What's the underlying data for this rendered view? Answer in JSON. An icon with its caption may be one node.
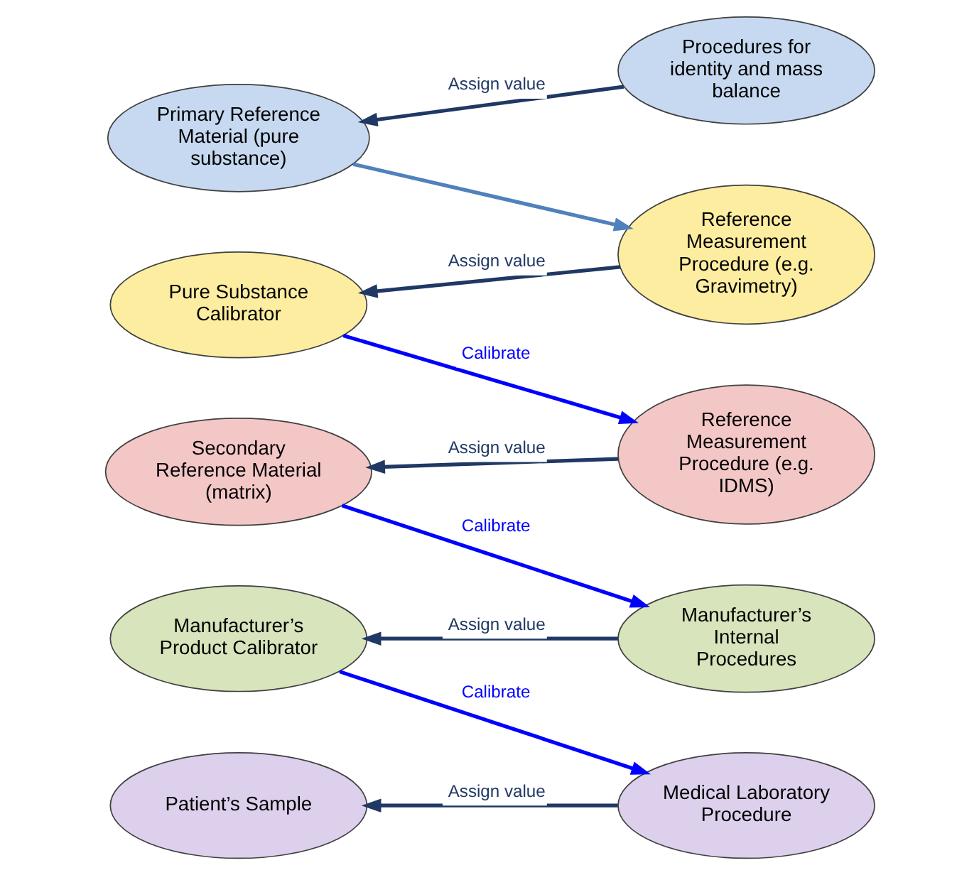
{
  "diagram": {
    "nodes": [
      {
        "text": [
          "Primary Reference Material (pure substance)"
        ]
      },
      {
        "text": [
          "Procedures for identity and mass balance"
        ]
      },
      {
        "text": [
          "Pure Substance Calibrator"
        ]
      },
      {
        "text": [
          "Reference Measurement Procedure (e.g. Gravimetry)"
        ]
      },
      {
        "text": [
          "Secondary Reference Material (matrix)"
        ]
      },
      {
        "text": [
          "Reference Measurement Procedure (e.g. IDMS)"
        ]
      },
      {
        "text": [
          "Manufacturer’s Product Calibrator"
        ]
      },
      {
        "text": [
          "Manufacturer’s Internal Procedures"
        ]
      },
      {
        "text": [
          "Patient’s Sample"
        ]
      },
      {
        "text": [
          "Medical Laboratory Procedure"
        ]
      }
    ],
    "edges": [
      {
        "from": 1,
        "to": 0,
        "arrow": "to",
        "label": "Assign value"
      },
      {
        "from": 0,
        "to": 3,
        "arrow": "to",
        "color": "#4f81bd"
      },
      {
        "from": 3,
        "to": 2,
        "arrow": "to",
        "label": "Assign value"
      },
      {
        "from": 2,
        "to": 5,
        "arrow": "to",
        "label": "Calibrate",
        "color": "#0000ff"
      },
      {
        "from": 5,
        "to": 4,
        "arrow": "to",
        "label": "Assign value"
      },
      {
        "from": 4,
        "to": 7,
        "arrow": "to",
        "label": "Calibrate",
        "color": "#0000ff"
      },
      {
        "from": 7,
        "to": 6,
        "arrow": "to",
        "label": "Assign value"
      },
      {
        "from": 6,
        "to": 9,
        "arrow": "to",
        "label": "Calibrate",
        "color": "#0000ff"
      },
      {
        "from": 9,
        "to": 8,
        "arrow": "to",
        "label": "Assign value"
      }
    ]
  }
}
